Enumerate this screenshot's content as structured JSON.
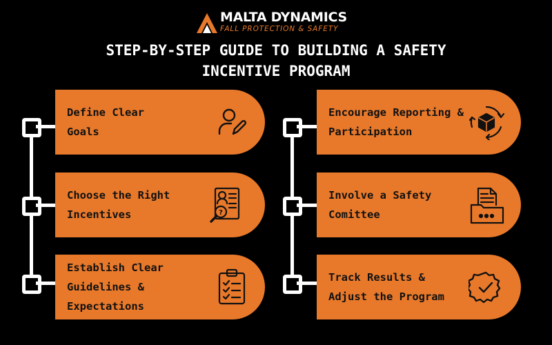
{
  "brand": {
    "name": "MALTA DYNAMICS",
    "tagline": "FALL PROTECTION & SAFETY"
  },
  "title": {
    "line1": "STEP-BY-STEP GUIDE TO BUILDING A SAFETY",
    "line2": "INCENTIVE PROGRAM"
  },
  "colors": {
    "accent": "#e8792b",
    "background": "#000000",
    "text_on_card": "#111111"
  },
  "steps": {
    "left": [
      {
        "lines": [
          "Define Clear",
          "Goals"
        ],
        "icon": "person-edit-icon"
      },
      {
        "lines": [
          "Choose the Right",
          "Incentives"
        ],
        "icon": "resume-search-icon"
      },
      {
        "lines": [
          "Establish Clear",
          "Guidelines &",
          "Expectations"
        ],
        "icon": "checklist-icon"
      }
    ],
    "right": [
      {
        "lines": [
          "Encourage Reporting &",
          "Participation"
        ],
        "icon": "package-cycle-icon"
      },
      {
        "lines": [
          "Involve a Safety",
          "Comittee"
        ],
        "icon": "folder-documents-icon"
      },
      {
        "lines": [
          "Track Results &",
          "Adjust the Program"
        ],
        "icon": "verified-badge-icon"
      }
    ]
  }
}
